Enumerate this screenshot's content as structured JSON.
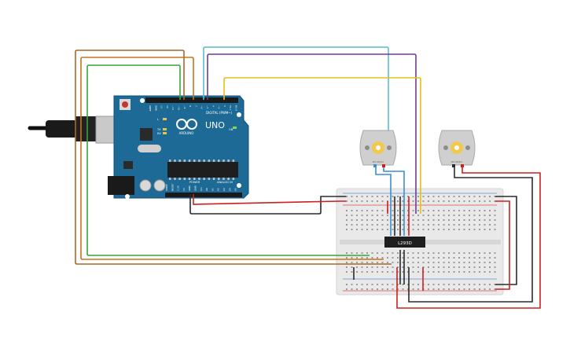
{
  "arduino": {
    "brand": "ARDUINO",
    "model": "UNO",
    "digital_header": "DIGITAL (PWM~)",
    "power_header": "POWER",
    "analog_header": "ANALOG IN",
    "tx_label": "TX",
    "rx_label": "RX",
    "l_label": "L",
    "on_label": "ON",
    "digital_pins": [
      "AREF",
      "GND",
      "13",
      "12",
      "~11",
      "~10",
      "~9",
      "8",
      "7",
      "~6",
      "~5",
      "4",
      "~3",
      "2",
      "TX 1",
      "RX 0"
    ],
    "power_pins": [
      "IOREF",
      "RESET",
      "3.3V",
      "5V",
      "GND",
      "GND",
      "Vin"
    ],
    "analog_pins": [
      "A0",
      "A1",
      "A2",
      "A3",
      "A4",
      "A5"
    ]
  },
  "chip": {
    "label": "L293D"
  },
  "motors": [
    {
      "label": "DC Motor"
    },
    {
      "label": "DC Motor"
    }
  ],
  "colors": {
    "arduino": "#1d6a96",
    "wire_red": "#d01e1e",
    "wire_black": "#2b2b2b",
    "wire_green": "#3aa43a",
    "wire_orange": "#c8741c",
    "wire_brown": "#a5682a",
    "wire_cyan": "#5bbcd0",
    "wire_purple": "#6e3d8c",
    "wire_yellow": "#e3c21a",
    "wire_blue": "#3a8fd0",
    "breadboard": "#e8e8e8"
  }
}
